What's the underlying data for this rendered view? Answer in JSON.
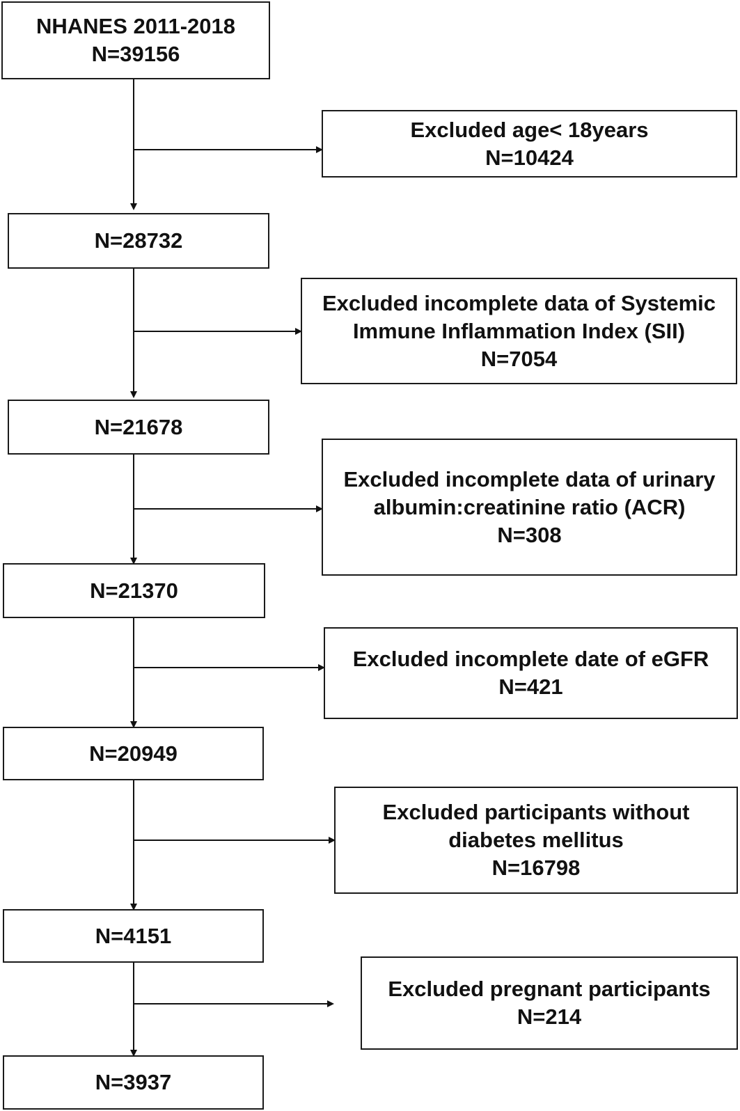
{
  "flowchart": {
    "main_boxes": [
      {
        "lines": [
          "NHANES 2011-2018",
          "N=39156"
        ]
      },
      {
        "lines": [
          "N=28732"
        ]
      },
      {
        "lines": [
          "N=21678"
        ]
      },
      {
        "lines": [
          "N=21370"
        ]
      },
      {
        "lines": [
          "N=20949"
        ]
      },
      {
        "lines": [
          "N=4151"
        ]
      },
      {
        "lines": [
          "N=3937"
        ]
      }
    ],
    "exclusion_boxes": [
      {
        "lines": [
          "Excluded age< 18years",
          "N=10424"
        ]
      },
      {
        "lines": [
          "Excluded incomplete data of Systemic",
          "Immune Inflammation  Index (SII)",
          "N=7054"
        ]
      },
      {
        "lines": [
          "Excluded incomplete data of urinary",
          "albumin:creatinine ratio (ACR)",
          "N=308"
        ]
      },
      {
        "lines": [
          "Excluded incomplete date of eGFR",
          "N=421"
        ]
      },
      {
        "lines": [
          "Excluded participants without",
          "diabetes mellitus",
          "N=16798"
        ]
      },
      {
        "lines": [
          "Excluded pregnant participants",
          "N=214"
        ]
      }
    ]
  }
}
